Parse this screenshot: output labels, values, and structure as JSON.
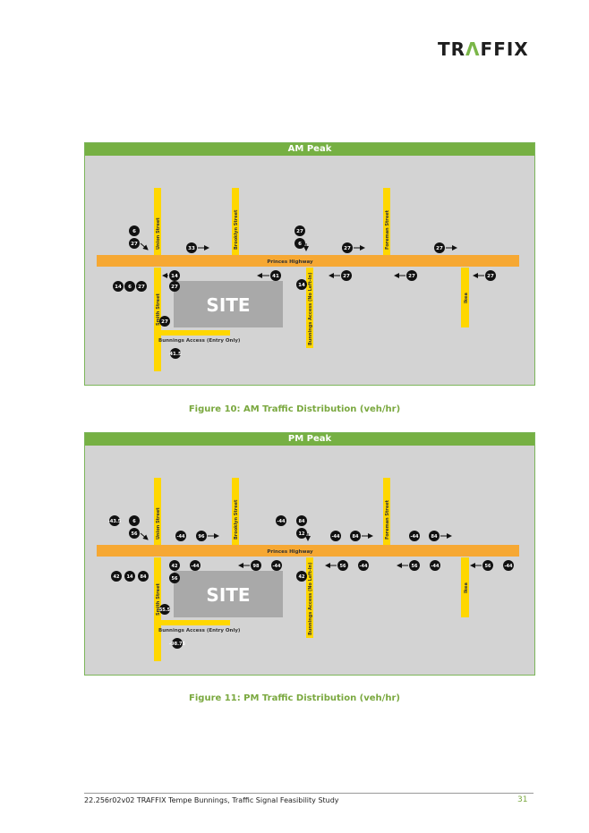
{
  "header": {
    "logo_left": "TR",
    "logo_accent": "Λ",
    "logo_right": "FFIX"
  },
  "figure_am": {
    "title": "AM Peak"
  },
  "figure_pm": {
    "title": "PM Peak"
  },
  "map_labels": {
    "union_street": "Union Street",
    "brooklyn_street": "Brooklyn Street",
    "foreman_street": "Foreman Street",
    "princes_highway": "Princes Highway",
    "smith_street": "Smith Street",
    "bunnings_access_no_left": "Bunnings Access (No Left-In)",
    "bunnings_access_entry": "Bunnings Access (Entry Only)",
    "ikea": "Ikea",
    "site": "SITE"
  },
  "am_values": {
    "union_top_1": "6",
    "union_top_2": "27",
    "union_east": "33",
    "brooklyn_top_1": "27",
    "brooklyn_top_2": "6",
    "foreman_east": "27",
    "ikea_east_top": "27",
    "smith_wb": "14",
    "smith_sb": "27",
    "smith_in_1": "14",
    "smith_in_2": "6",
    "smith_in_3": "27",
    "site_left_27": "27",
    "entry_value": "41.5",
    "hwy_41": "41",
    "access_14": "14",
    "hwy_east_1": "27",
    "hwy_east_2": "27",
    "hwy_east_3": "27"
  },
  "pm_values": {
    "union_top_1": "-43.5",
    "union_top_2": "6",
    "union_top_3": "56",
    "mid_1": "-44",
    "mid_2": "96",
    "brooklyn_top_1": "-44",
    "brooklyn_top_2": "84",
    "brooklyn_12": "12",
    "brooklyn_east_1": "-44",
    "brooklyn_east_2": "84",
    "foreman_east_1": "-44",
    "foreman_east_2": "84",
    "smith_in_1": "42",
    "smith_in_2": "14",
    "smith_in_3": "84",
    "hwy_w_1": "42",
    "hwy_w_2": "-44",
    "site_56": "56",
    "hwy_98": "98",
    "hwy_m44": "-44",
    "access_42": "42",
    "hwy_e_1": "56",
    "hwy_e_2": "-44",
    "hwy_e_3": "56",
    "hwy_e_4": "-44",
    "hwy_e_5": "56",
    "hwy_e_6": "-44",
    "smith_sb": "55.5",
    "entry_value": "-98.75"
  },
  "captions": {
    "fig10": "Figure 10: AM Traffic Distribution (veh/hr)",
    "fig11": "Figure 11: PM Traffic Distribution (veh/hr)"
  },
  "footer": {
    "text": "22.256r02v02 TRAFFIX Tempe Bunnings, Traffic Signal Feasibility Study",
    "page": "31"
  },
  "colors": {
    "road": "#ffd700",
    "highway": "#f6a833",
    "site": "#a9a9a9",
    "header_green": "#76b043",
    "map_bg": "#d3d3d3"
  }
}
